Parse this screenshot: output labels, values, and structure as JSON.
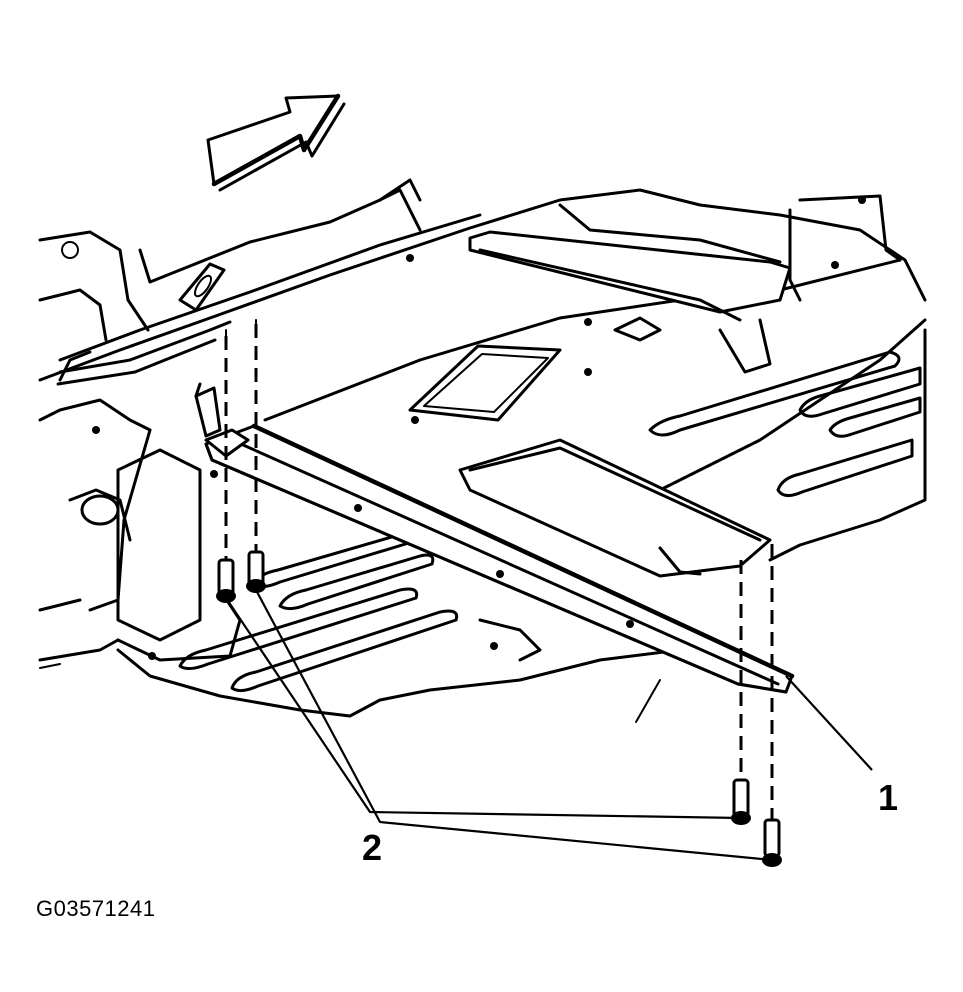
{
  "figure": {
    "reference_id": "G03571241",
    "callouts": [
      {
        "id": "callout-1",
        "label": "1"
      },
      {
        "id": "callout-2",
        "label": "2"
      }
    ],
    "colors": {
      "line": "#000000",
      "background": "#ffffff"
    }
  }
}
